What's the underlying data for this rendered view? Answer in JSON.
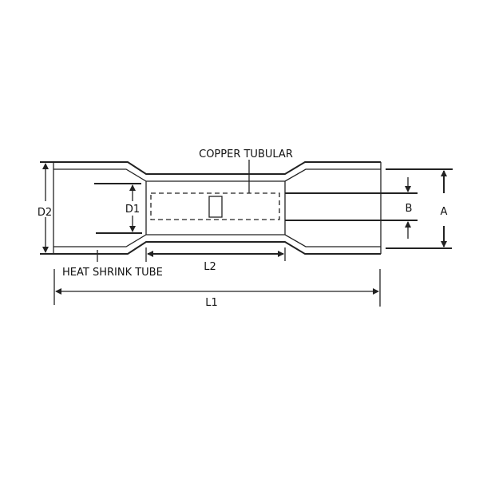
{
  "labels": {
    "copper_tubular": "COPPER TUBULAR",
    "heat_shrink_tube": "HEAT SHRINK TUBE",
    "d1": "D1",
    "d2": "D2",
    "l1": "L1",
    "l2": "L2",
    "a": "A",
    "b": "B"
  },
  "colors": {
    "line": "#222222",
    "background": "#ffffff"
  }
}
